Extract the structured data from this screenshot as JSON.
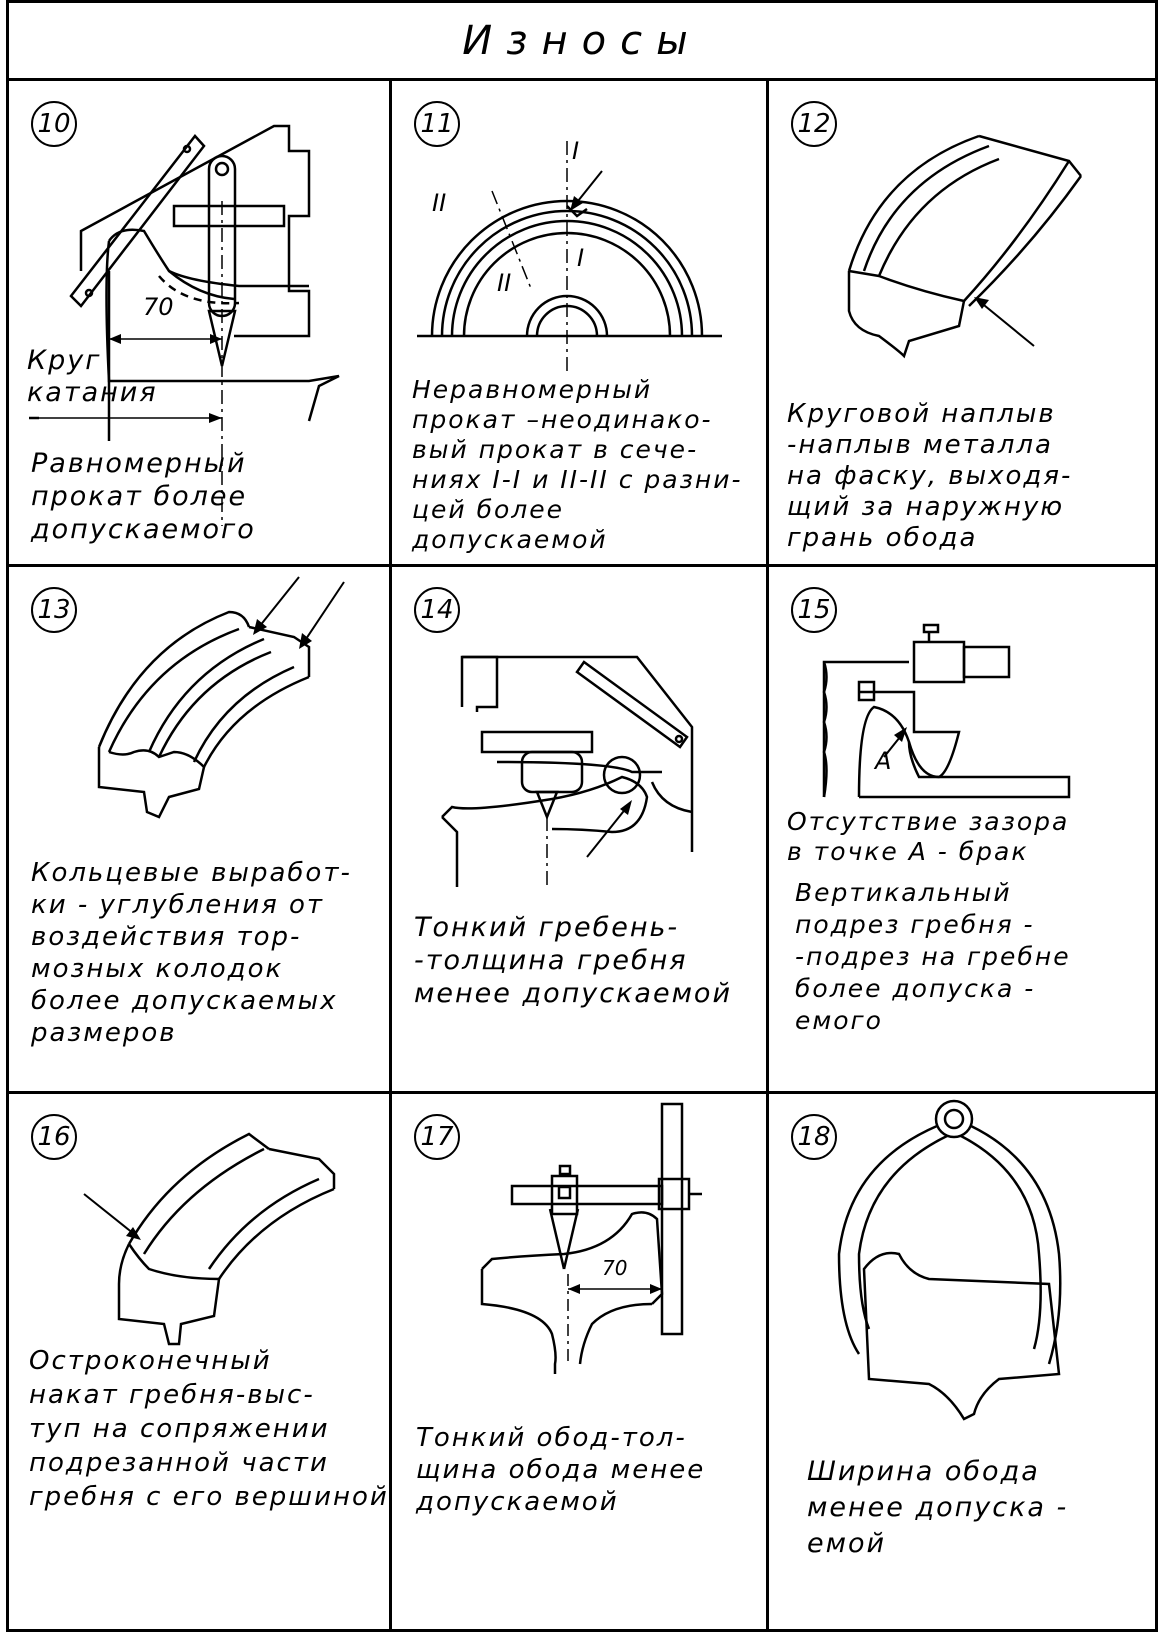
{
  "title": "Износы",
  "items": [
    {
      "number": "10",
      "caption": "Равномерный\nпрокат более\nдопускаемого",
      "dimension": "70",
      "circle_label": "Круг\nкатания"
    },
    {
      "number": "11",
      "caption": "Неравномерный\nпрокат –неодинако-\nвый прокат в сече-\nниях I-I и II-II с разни-\nцей более допускаемой",
      "section_labels": [
        "I",
        "I",
        "II",
        "II"
      ]
    },
    {
      "number": "12",
      "caption": "Круговой наплыв\n-наплыв металла\nна фаску, выходя-\nщий за наружную\nгрань обода"
    },
    {
      "number": "13",
      "caption": "Кольцевые выработ-\nки - углубления от\nвоздействия тор-\nмозных колодок\nболее допускаемых\nразмеров"
    },
    {
      "number": "14",
      "caption": "Тонкий гребень-\n-толщина гребня\nменее допускаемой"
    },
    {
      "number": "15",
      "point_label": "A",
      "caption_top": "Отсутствие зазора\nв точке А - брак",
      "caption": "Вертикальный\nподрез гребня -\n-подрез на гребне\n   более допуска -\nемого"
    },
    {
      "number": "16",
      "caption": "Остроконечный\nнакат гребня-выс-\nтуп на сопряжении\nподрезанной части\nгребня с его вершиной"
    },
    {
      "number": "17",
      "caption": "Тонкий обод-тол-\nщина обода менее\nдопускаемой",
      "dimension": "70"
    },
    {
      "number": "18",
      "caption": "Ширина обода\nменее допуска -\nемой"
    }
  ]
}
